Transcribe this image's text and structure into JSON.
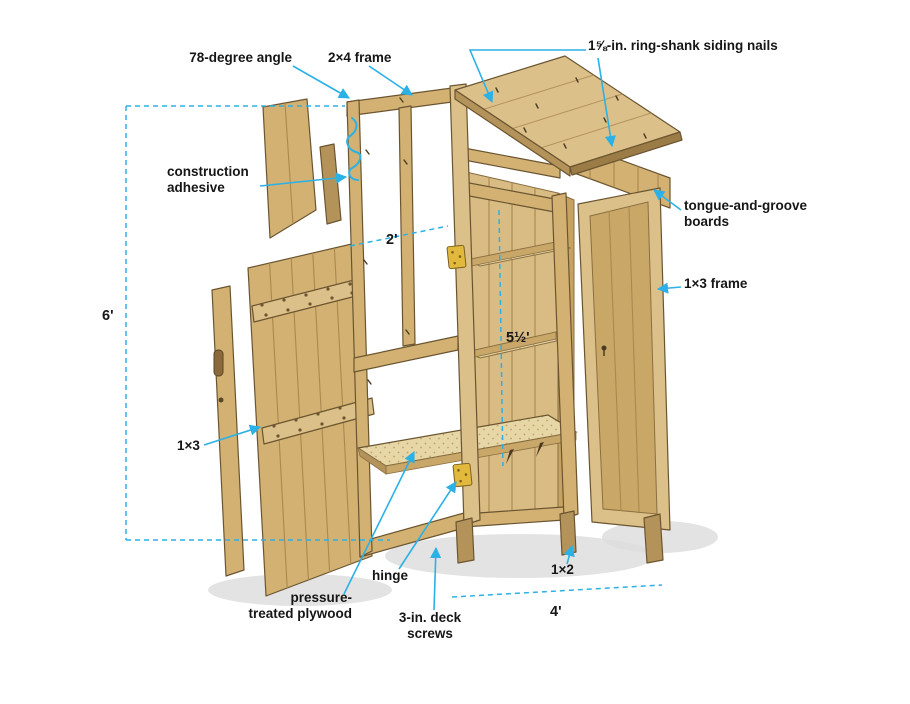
{
  "diagram": {
    "description": "Exploded construction diagram of a small wooden garden tool shed with shelves and double doors",
    "callouts": {
      "angle_78": "78-degree angle",
      "frame_2x4": "2×4 frame",
      "siding_nails": "1⅝-in. ring-shank siding nails",
      "construction_adhesive": "construction\nadhesive",
      "tongue_groove": "tongue-and-groove\nboards",
      "frame_1x3": "1×3 frame",
      "batten_1x3": "1×3",
      "hinge": "hinge",
      "plywood": "pressure-\ntreated plywood",
      "deck_screws": "3-in. deck\nscrews",
      "strip_1x2": "1×2"
    },
    "dimensions": {
      "overall_height": "6'",
      "depth": "2'",
      "interior_height": "5½'",
      "width": "4'"
    },
    "colors": {
      "leader": "#2bb1e6",
      "label_text": "#161616",
      "wood_light": "#dcc08a",
      "wood_mid": "#d2b173",
      "wood_dark": "#b4935a",
      "wood_deep": "#9c7c46",
      "plywood": "#e7d6a6",
      "outline": "#6b5530",
      "hinge_brass": "#e2b93c",
      "shadow": "#dcdcdc",
      "background": "#ffffff"
    }
  }
}
